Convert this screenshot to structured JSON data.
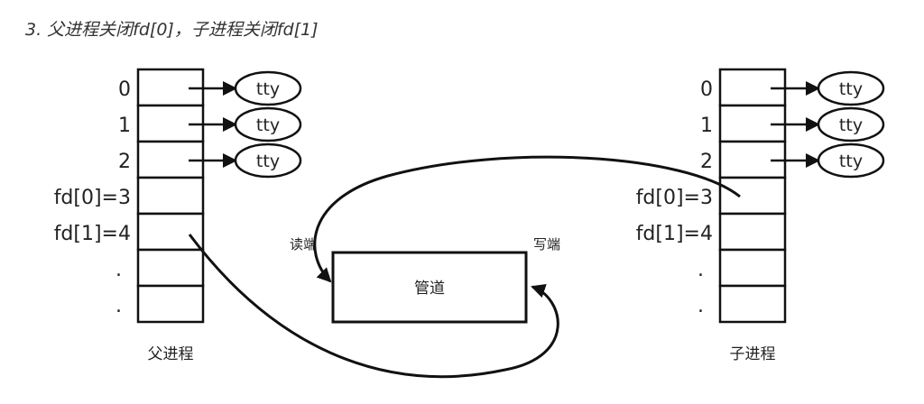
{
  "title": "3. 父进程关闭fd[0]，子进程关闭fd[1]",
  "parent": {
    "label": "父进程",
    "fd_labels": [
      "0",
      "1",
      "2",
      "fd[0]=3",
      "fd[1]=4",
      ".",
      "."
    ],
    "devices": [
      "tty",
      "tty",
      "tty"
    ]
  },
  "child": {
    "label": "子进程",
    "fd_labels": [
      "0",
      "1",
      "2",
      "fd[0]=3",
      "fd[1]=4",
      ".",
      "."
    ],
    "devices": [
      "tty",
      "tty",
      "tty"
    ]
  },
  "pipe": {
    "label": "管道",
    "read_end": "读端",
    "write_end": "写端"
  }
}
